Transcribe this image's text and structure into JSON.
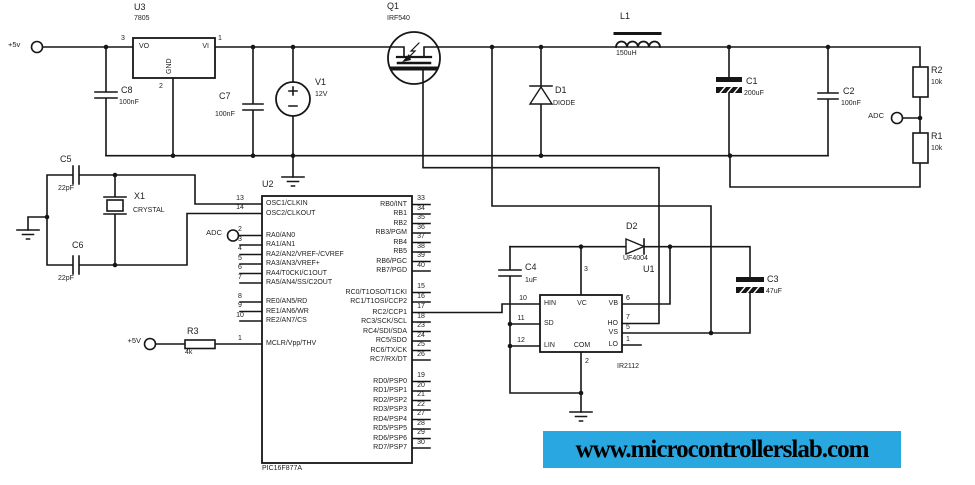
{
  "colors": {
    "wire": "#161616",
    "background": "#ffffff",
    "watermark_bg": "#29a7e0",
    "watermark_fg": "#000000"
  },
  "terminals": {
    "plus5v_top": "+5v",
    "adc_left": "ADC",
    "plus5v_mclr": "+5V",
    "adc_right": "ADC"
  },
  "components": {
    "u3": {
      "ref": "U3",
      "value": "7805",
      "pins": {
        "vo": {
          "num": "3",
          "name": "VO"
        },
        "vi": {
          "num": "1",
          "name": "VI"
        },
        "gnd": {
          "num": "2",
          "name": "GND"
        }
      }
    },
    "c8": {
      "ref": "C8",
      "value": "100nF"
    },
    "c7": {
      "ref": "C7",
      "value": "100nF"
    },
    "v1": {
      "ref": "V1",
      "value": "12V"
    },
    "q1": {
      "ref": "Q1",
      "value": "IRF540"
    },
    "l1": {
      "ref": "L1",
      "value": "150uH"
    },
    "d1": {
      "ref": "D1",
      "value": "DIODE"
    },
    "c1": {
      "ref": "C1",
      "value": "200uF"
    },
    "c2": {
      "ref": "C2",
      "value": "100nF"
    },
    "r2": {
      "ref": "R2",
      "value": "10k"
    },
    "r1": {
      "ref": "R1",
      "value": "10k"
    },
    "c5": {
      "ref": "C5",
      "value": "22pF"
    },
    "c6": {
      "ref": "C6",
      "value": "22pF"
    },
    "x1": {
      "ref": "X1",
      "value": "CRYSTAL"
    },
    "r3": {
      "ref": "R3",
      "value": "4k"
    },
    "c4": {
      "ref": "C4",
      "value": "1uF"
    },
    "d2": {
      "ref": "D2",
      "value": "UF4004"
    },
    "c3": {
      "ref": "C3",
      "value": "47uF"
    },
    "u1": {
      "ref": "U1",
      "value": "IR2112",
      "pins_left": [
        {
          "num": "10",
          "name": "HIN"
        },
        {
          "num": "11",
          "name": "SD"
        },
        {
          "num": "12",
          "name": "LIN"
        }
      ],
      "pins_right": [
        {
          "num": "6",
          "name": "VB"
        },
        {
          "num": "7",
          "name": "HO"
        },
        {
          "num": "5",
          "name": "VS"
        },
        {
          "num": "1",
          "name": "LO"
        }
      ],
      "pin_top": {
        "num": "3",
        "name": "VC"
      },
      "pin_bottom": {
        "num": "2",
        "name": "COM"
      }
    },
    "u2": {
      "ref": "U2",
      "value": "PIC16F877A",
      "pins_left": [
        {
          "num": "13",
          "label": "OSC1/CLKIN"
        },
        {
          "num": "14",
          "label": "OSC2/CLKOUT"
        },
        {
          "num": "2",
          "label": "RA0/AN0"
        },
        {
          "num": "3",
          "label": "RA1/AN1"
        },
        {
          "num": "4",
          "label": "RA2/AN2/VREF-/CVREF"
        },
        {
          "num": "5",
          "label": "RA3/AN3/VREF+"
        },
        {
          "num": "6",
          "label": "RA4/T0CKI/C1OUT"
        },
        {
          "num": "7",
          "label": "RA5/AN4/SS/C2OUT"
        },
        {
          "num": "8",
          "label": "RE0/AN5/RD"
        },
        {
          "num": "9",
          "label": "RE1/AN6/WR"
        },
        {
          "num": "10",
          "label": "RE2/AN7/CS"
        },
        {
          "num": "1",
          "label": "MCLR/Vpp/THV"
        }
      ],
      "pins_right": [
        {
          "num": "33",
          "label": "RB0/INT"
        },
        {
          "num": "34",
          "label": "RB1"
        },
        {
          "num": "35",
          "label": "RB2"
        },
        {
          "num": "36",
          "label": "RB3/PGM"
        },
        {
          "num": "37",
          "label": "RB4"
        },
        {
          "num": "38",
          "label": "RB5"
        },
        {
          "num": "39",
          "label": "RB6/PGC"
        },
        {
          "num": "40",
          "label": "RB7/PGD"
        },
        {
          "num": "15",
          "label": "RC0/T1OSO/T1CKI"
        },
        {
          "num": "16",
          "label": "RC1/T1OSI/CCP2"
        },
        {
          "num": "17",
          "label": "RC2/CCP1"
        },
        {
          "num": "18",
          "label": "RC3/SCK/SCL"
        },
        {
          "num": "23",
          "label": "RC4/SDI/SDA"
        },
        {
          "num": "24",
          "label": "RC5/SDO"
        },
        {
          "num": "25",
          "label": "RC6/TX/CK"
        },
        {
          "num": "26",
          "label": "RC7/RX/DT"
        },
        {
          "num": "19",
          "label": "RD0/PSP0"
        },
        {
          "num": "20",
          "label": "RD1/PSP1"
        },
        {
          "num": "21",
          "label": "RD2/PSP2"
        },
        {
          "num": "22",
          "label": "RD3/PSP3"
        },
        {
          "num": "27",
          "label": "RD4/PSP4"
        },
        {
          "num": "28",
          "label": "RD5/PSP5"
        },
        {
          "num": "29",
          "label": "RD6/PSP6"
        },
        {
          "num": "30",
          "label": "RD7/PSP7"
        }
      ]
    }
  },
  "watermark": {
    "text": "www.microcontrollerslab.com"
  }
}
